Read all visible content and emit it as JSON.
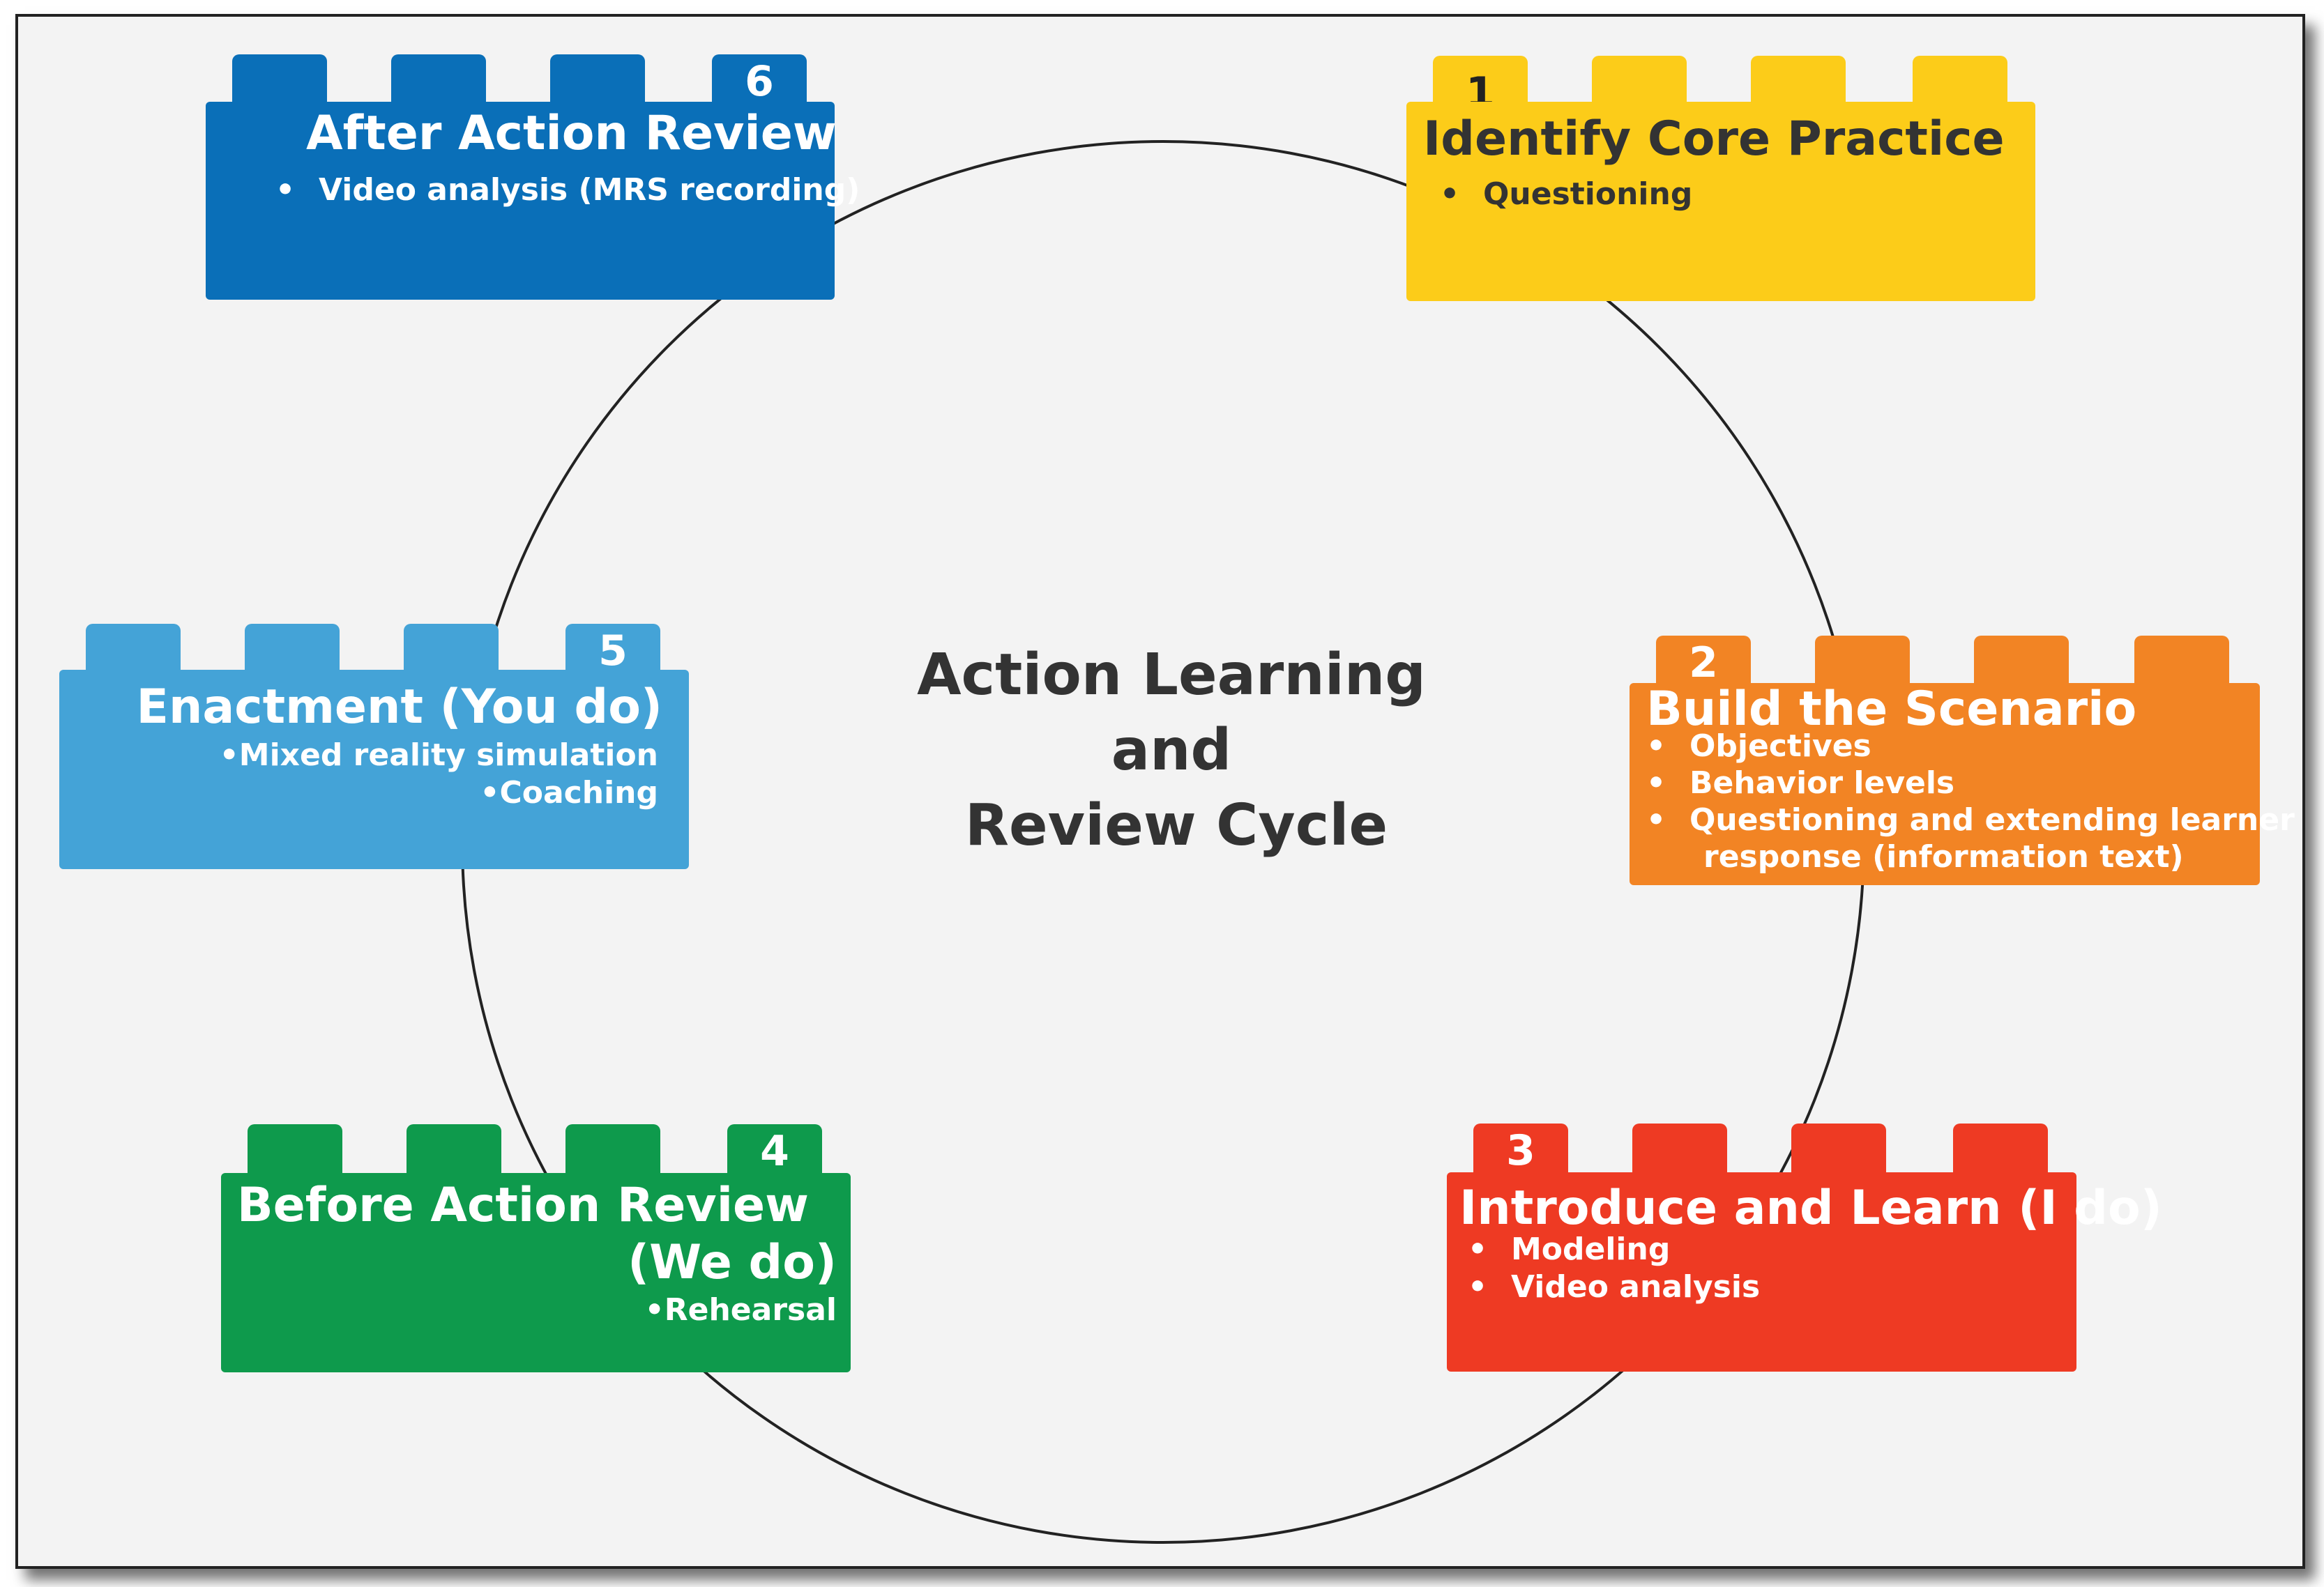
{
  "center_title": [
    "Action Learning",
    "and",
    "Review Cycle"
  ],
  "steps": [
    {
      "number": "1",
      "title": "Identify Core Practice",
      "bullets": [
        "Questioning"
      ],
      "color": "#fccc19",
      "text_color": "#333333"
    },
    {
      "number": "2",
      "title": "Build the Scenario",
      "bullets": [
        "Objectives",
        "Behavior levels",
        "Questioning and extending learner",
        "response (information text)"
      ],
      "color": "#f28424",
      "text_color": "#ffffff"
    },
    {
      "number": "3",
      "title": "Introduce and Learn (I do)",
      "bullets": [
        "Modeling",
        "Video analysis"
      ],
      "color": "#ee3a23",
      "text_color": "#ffffff"
    },
    {
      "number": "4",
      "title": [
        "Before Action Review",
        "(We do)"
      ],
      "bullets": [
        "Rehearsal"
      ],
      "color": "#0e9a4c",
      "text_color": "#ffffff"
    },
    {
      "number": "5",
      "title": "Enactment (You do)",
      "bullets": [
        "Mixed reality simulation",
        "Coaching"
      ],
      "color": "#44a3d7",
      "text_color": "#ffffff"
    },
    {
      "number": "6",
      "title": "After Action Review",
      "bullets": [
        "Video analysis (MRS recording)"
      ],
      "color": "#0a6fb8",
      "text_color": "#ffffff"
    }
  ],
  "bullet_glyph": "•"
}
